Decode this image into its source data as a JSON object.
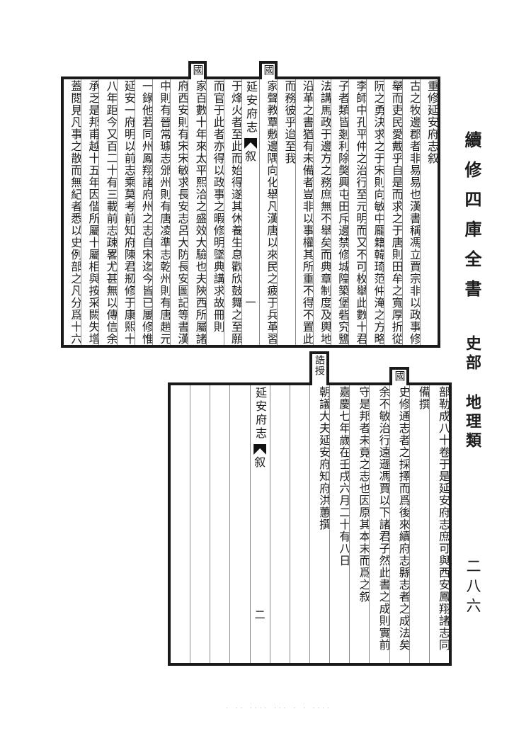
{
  "margin": {
    "series_title": "續修四庫全書",
    "section": "史部",
    "category": "地理類",
    "folio_number": "二八六",
    "scan_marks": "· ·· ···· ··· ·  · ····"
  },
  "top_block": {
    "right_columns": [
      {
        "raised": "",
        "text": "重修延安府志叙"
      },
      {
        "raised": "",
        "text": "古之牧邊郡者非易易也漢書稱馮立賈宗非以政事修"
      },
      {
        "raised": "",
        "text": "舉而吏民愛戴乎自是而求之于唐則田牟之寬厚折從"
      },
      {
        "raised": "",
        "text": "阮之勇決求之于宋則向敏中龎籍韓琦范仲淹之方略"
      },
      {
        "raised": "",
        "text": "李師中孔平仲之治行至元明而又不可枚舉此數十君"
      },
      {
        "raised": "",
        "text": "子者類皆剗利除獘興屯田斥邊禁修城隍築堡砦究鹽"
      },
      {
        "raised": "",
        "text": "法講馬政于邊方之務庶無不舉矣而典章制度及輿地"
      },
      {
        "raised": "",
        "text": "沿革之書猶有未備者豈非以事權其所重不得不置此"
      },
      {
        "raised": "",
        "text": "而務彼乎迨至我"
      },
      {
        "raised": "國",
        "text": "家聲教覃敷邊隅向化舉凡漢唐以來民之疲于兵革習"
      }
    ],
    "banxin": {
      "title": "延安府志",
      "label": "叙",
      "page": "一"
    },
    "left_columns": [
      {
        "raised": "",
        "text": "于烽火者至此而始得遂其休養生息歡欣鼓舞之至願"
      },
      {
        "raised": "",
        "text": "而官于此者亦得以政事之暇修明墜典講求故冊則"
      },
      {
        "raised": "國",
        "text": "家百數十年來太平熙洽之盛效大驗也夫陝西所屬諸"
      },
      {
        "raised": "",
        "text": "府西安則有宋宋敏求長安志呂大防長安圖記等書漢"
      },
      {
        "raised": "",
        "text": "中則有晉常璩志邠州則有唐凌準志乾州則有唐趙元"
      },
      {
        "raised": "",
        "text": "一錄他若同州鳳翔諸府州之志自宋迄今皆已屢修惟"
      },
      {
        "raised": "",
        "text": "延安一府明以前志乘莫考前知府陳君剏修于康熙十"
      },
      {
        "raised": "",
        "text": "八年距今又百二十有三載前志疎畧尤甚無以傳信余"
      },
      {
        "raised": "",
        "text": "承乏是邦甫越十五年因偕所屬十屬相與按采闕失增"
      },
      {
        "raised": "",
        "text": "蓋閱見凡事之散而無紀者悉以史例部之凡分爲十六"
      }
    ]
  },
  "bottom_block": {
    "right_columns": [
      {
        "raised": "",
        "text": "部勒成八十卷于是延安府志庶可與西安鳳翔諸志同"
      },
      {
        "raised": "",
        "text": "備撰"
      },
      {
        "raised": "國",
        "text": "史修通志者之採擇而爲後來續府志縣志者之成法矣"
      },
      {
        "raised": "",
        "text": "余不敏治行遠遜馮賈以下諸君子然此書之成則實前"
      },
      {
        "raised": "",
        "text": "守是邦者未竟之志也因原其本末而爲之叙"
      },
      {
        "raised": "",
        "text": "嘉慶七年歲在壬戌六月二十有八日"
      },
      {
        "raised": "誥授",
        "text": "朝議大夫延安府知府洪蕙撰"
      },
      {
        "raised": "",
        "text": ""
      },
      {
        "raised": "",
        "text": ""
      }
    ],
    "banxin": {
      "title": "延安府志",
      "label": "叙",
      "page": "二"
    },
    "left_columns": [
      {
        "raised": "",
        "text": ""
      },
      {
        "raised": "",
        "text": ""
      },
      {
        "raised": "",
        "text": ""
      },
      {
        "raised": "",
        "text": ""
      }
    ]
  }
}
